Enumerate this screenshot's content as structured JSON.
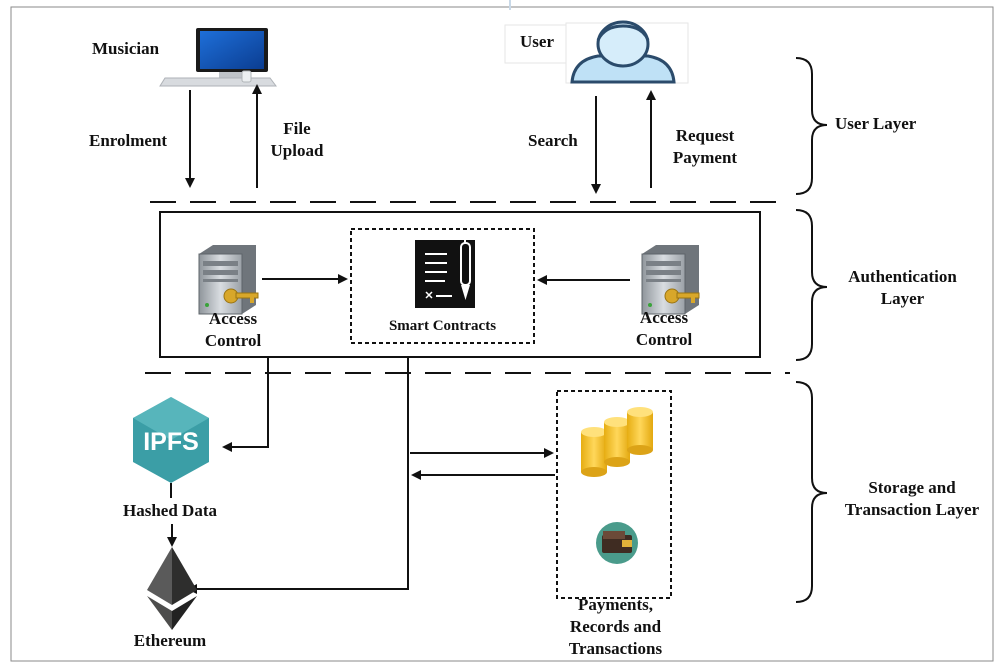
{
  "actors": {
    "musician": "Musician",
    "user": "User"
  },
  "flows": {
    "enrolment": "Enrolment",
    "file_upload": "File\nUpload",
    "search": "Search",
    "request_payment": "Request\nPayment"
  },
  "authentication": {
    "access_control_left": "Access\nControl",
    "access_control_right": "Access\nControl",
    "smart_contracts": "Smart Contracts"
  },
  "storage": {
    "ipfs_logo_text": "IPFS",
    "hashed_data": "Hashed Data",
    "ethereum": "Ethereum",
    "payments": "Payments,\nRecords and\nTransactions"
  },
  "layers": {
    "user_layer": "User Layer",
    "authentication_layer": "Authentication\nLayer",
    "storage_layer": "Storage and\nTransaction Layer"
  },
  "colors": {
    "ipfs_teal": "#3b9ea6",
    "ethereum_dark": "#3c3c3b",
    "coin_gold": "#f2c230",
    "user_blue": "#cfe8f7"
  }
}
